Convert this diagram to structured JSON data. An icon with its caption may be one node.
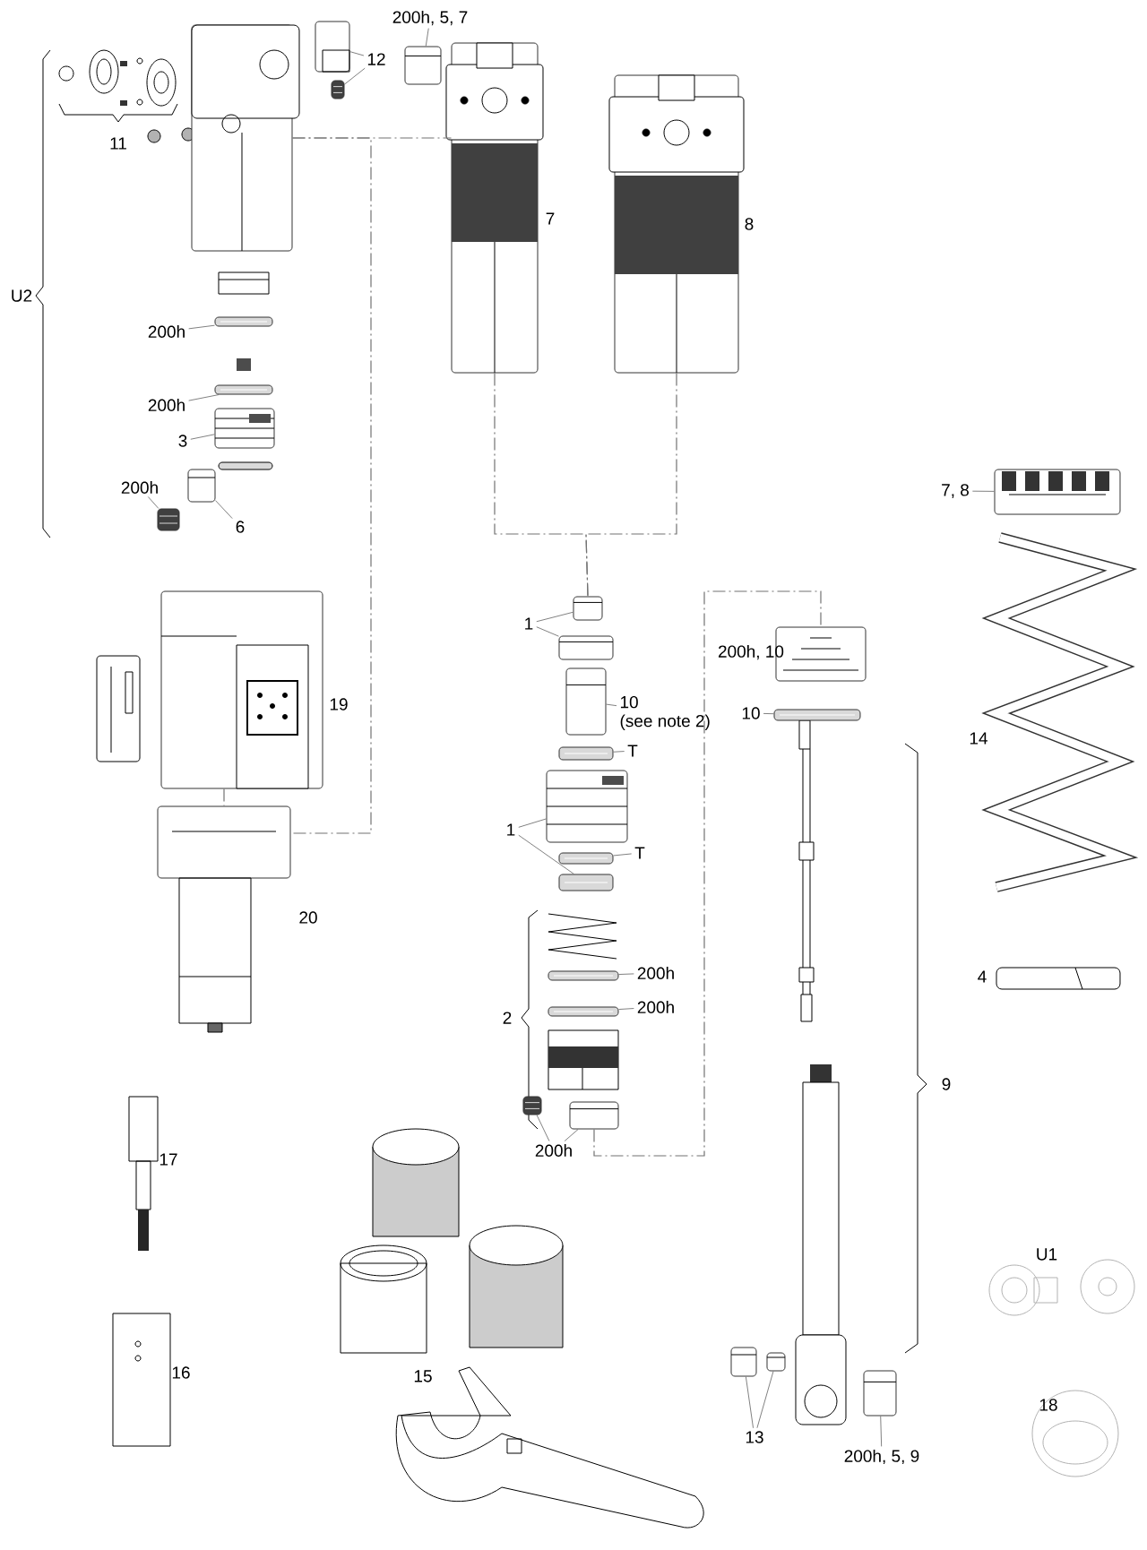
{
  "diagram": {
    "nodes": [
      {
        "text": [
          "200h, 5, 7"
        ]
      },
      {
        "text": [],
        "shape": "picture"
      },
      {
        "text": [
          "12"
        ]
      },
      {
        "text": [],
        "shape": "picture"
      },
      {
        "text": [],
        "shape": "picture"
      },
      {
        "text": [],
        "shape": "picture"
      },
      {
        "text": [],
        "shape": "picture",
        "beside": [
          "7"
        ]
      },
      {
        "text": [],
        "shape": "picture",
        "beside": [
          "8"
        ]
      },
      {
        "text": [
          "200h"
        ]
      },
      {
        "text": [],
        "shape": "picture"
      },
      {
        "text": [
          "200h"
        ]
      },
      {
        "text": [],
        "shape": "picture"
      },
      {
        "text": [
          "3"
        ]
      },
      {
        "text": [],
        "shape": "picture"
      },
      {
        "text": [
          "200h"
        ]
      },
      {
        "text": [],
        "shape": "picture"
      },
      {
        "text": [
          "6"
        ]
      },
      {
        "text": [],
        "shape": "picture"
      },
      {
        "text": [
          "7, 8"
        ]
      },
      {
        "text": [],
        "shape": "picture"
      },
      {
        "text": [
          "1"
        ]
      },
      {
        "text": [],
        "shape": "picture"
      },
      {
        "text": [],
        "shape": "picture"
      },
      {
        "text": [
          "10 (see note 2)"
        ]
      },
      {
        "text": [],
        "shape": "picture"
      },
      {
        "text": [
          "T"
        ]
      },
      {
        "text": [],
        "shape": "picture"
      },
      {
        "text": [
          "1"
        ]
      },
      {
        "text": [],
        "shape": "picture"
      },
      {
        "text": [
          "T"
        ]
      },
      {
        "text": [],
        "shape": "picture"
      },
      {
        "text": [],
        "shape": "picture"
      },
      {
        "text": [],
        "shape": "picture",
        "beside": [
          "19"
        ]
      },
      {
        "text": [],
        "shape": "picture",
        "beside": [
          "20"
        ]
      },
      {
        "text": [],
        "shape": "picture"
      },
      {
        "text": [
          "10"
        ]
      },
      {
        "text": [],
        "shape": "picture"
      },
      {
        "text": [
          "200h"
        ]
      },
      {
        "text": [],
        "shape": "picture"
      },
      {
        "text": [
          "200h"
        ]
      },
      {
        "text": [],
        "shape": "picture"
      },
      {
        "text": [],
        "shape": "picture"
      },
      {
        "text": [],
        "shape": "picture"
      },
      {
        "text": [
          "200h"
        ]
      },
      {
        "text": [
          "13"
        ]
      },
      {
        "text": [],
        "shape": "picture"
      },
      {
        "text": [],
        "shape": "picture"
      },
      {
        "text": [
          "200h, 5, 9"
        ]
      },
      {
        "text": [],
        "shape": "picture"
      }
    ],
    "edges": [
      {
        "from": 0,
        "to": 1,
        "arrow": "none"
      },
      {
        "from": 2,
        "to": 3,
        "arrow": "none"
      },
      {
        "from": 2,
        "to": 4,
        "arrow": "none"
      },
      {
        "from": 8,
        "to": 9,
        "arrow": "none"
      },
      {
        "from": 10,
        "to": 11,
        "arrow": "none"
      },
      {
        "from": 12,
        "to": 13,
        "arrow": "none"
      },
      {
        "from": 14,
        "to": 15,
        "arrow": "none"
      },
      {
        "from": 16,
        "to": 17,
        "arrow": "none"
      },
      {
        "from": 18,
        "to": 19,
        "arrow": "none"
      },
      {
        "from": 20,
        "to": 21,
        "arrow": "none"
      },
      {
        "from": 20,
        "to": 22,
        "arrow": "none"
      },
      {
        "from": 23,
        "to": 24,
        "arrow": "none"
      },
      {
        "from": 25,
        "to": 26,
        "arrow": "none"
      },
      {
        "from": 27,
        "to": 28,
        "arrow": "none"
      },
      {
        "from": 27,
        "to": 31,
        "arrow": "none"
      },
      {
        "from": 29,
        "to": 30,
        "arrow": "none"
      },
      {
        "from": 35,
        "to": 36,
        "arrow": "none"
      },
      {
        "from": 37,
        "to": 38,
        "arrow": "none"
      },
      {
        "from": 39,
        "to": 40,
        "arrow": "none"
      },
      {
        "from": 43,
        "to": 41,
        "arrow": "none"
      },
      {
        "from": 43,
        "to": 42,
        "arrow": "none"
      },
      {
        "from": 44,
        "to": 45,
        "arrow": "none"
      },
      {
        "from": 44,
        "to": 46,
        "arrow": "none"
      },
      {
        "from": 47,
        "to": 48,
        "arrow": "none"
      },
      {
        "from": 5,
        "to": 6,
        "arrow": "none",
        "style": "dashed"
      },
      {
        "from": 5,
        "to": 33,
        "arrow": "none",
        "style": "dashed"
      },
      {
        "from": 6,
        "to": 21,
        "arrow": "none",
        "style": "dashed"
      },
      {
        "from": 7,
        "to": 21,
        "arrow": "none",
        "style": "dashed"
      },
      {
        "from": 32,
        "to": 33,
        "arrow": "none",
        "style": "dashed"
      },
      {
        "from": 42,
        "to": 34,
        "arrow": "none",
        "style": "dashed"
      }
    ],
    "labels": [
      "U2",
      "11",
      "200h, 10",
      "14",
      "9",
      "2",
      "4",
      "17",
      "16",
      "15",
      "U1",
      "18"
    ]
  }
}
